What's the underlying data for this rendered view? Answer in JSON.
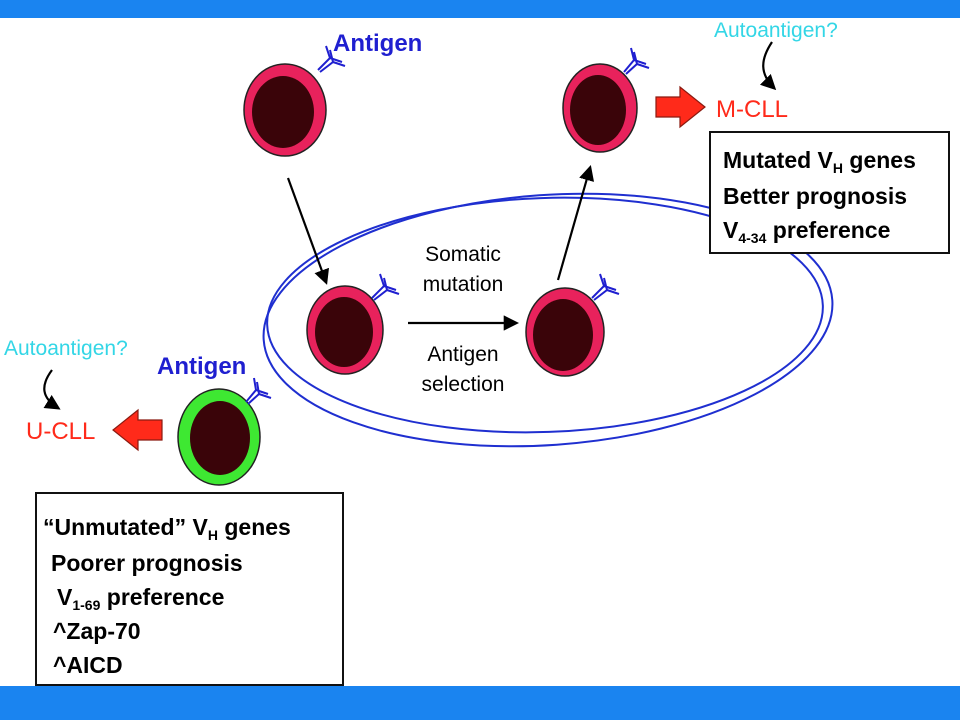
{
  "colors": {
    "banner": "#1a84f0",
    "cell_membrane_pink": "#e8225c",
    "cell_membrane_green": "#3ee832",
    "cell_nucleus": "#3a0409",
    "antibody": "#1f1fd0",
    "ellipse": "#1f2fd0",
    "cll_arrow": "#ff2a1a",
    "autoantigen_text": "#33d6e6"
  },
  "labels": {
    "antigen_top": "Antigen",
    "antigen_left": "Antigen",
    "autoantigen_right": "Autoantigen?",
    "autoantigen_left": "Autoantigen?",
    "m_cll": "M-CLL",
    "u_cll": "U-CLL",
    "somatic_1": "Somatic",
    "somatic_2": "mutation",
    "selection_1": "Antigen",
    "selection_2": "selection"
  },
  "m_box": {
    "l1_main": "Mutated V",
    "l1_sub": "H",
    "l1_rest": " genes",
    "l2": "Better prognosis",
    "l3_main": "V",
    "l3_sub": "4-34",
    "l3_rest": " preference"
  },
  "u_box": {
    "l1_main": "“Unmutated” V",
    "l1_sub": "H",
    "l1_rest": " genes",
    "l2": "Poorer prognosis",
    "l3_main": "V",
    "l3_sub": "1-69",
    "l3_rest": " preference",
    "l4": "^Zap-70",
    "l5": "^AICD"
  }
}
